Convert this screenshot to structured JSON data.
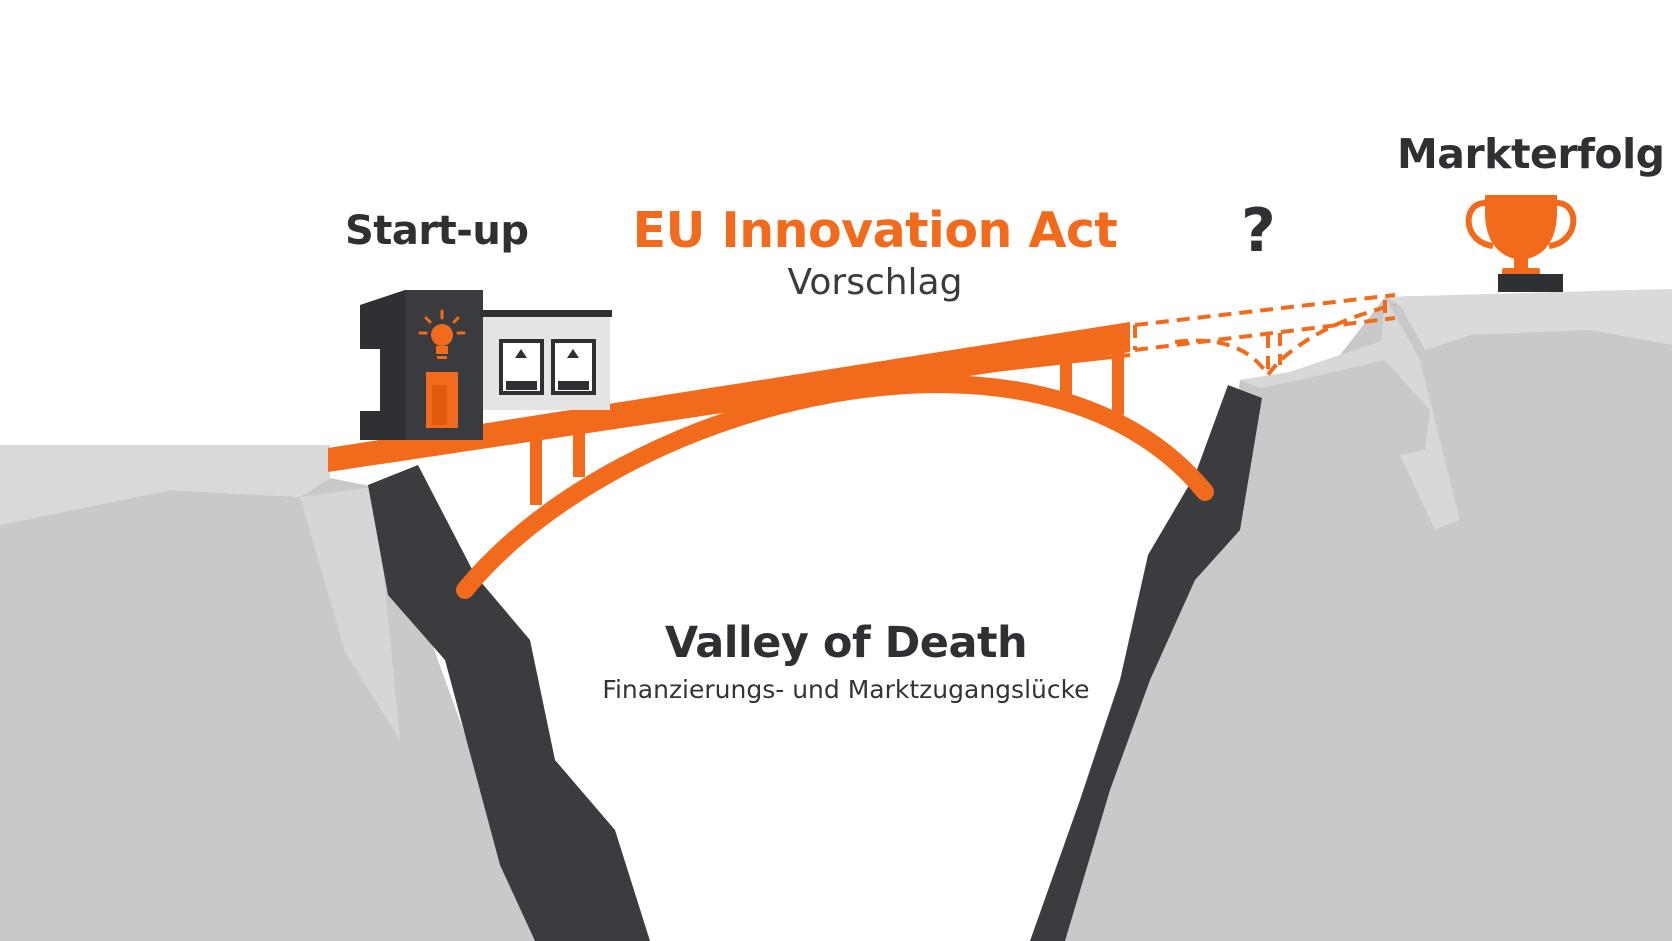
{
  "diagram": {
    "startup_label": "Start-up",
    "act_title": "EU Innovation Act",
    "act_subtitle": "Vorschlag",
    "question_mark": "?",
    "success_label": "Markterfolg",
    "valley_title": "Valley of Death",
    "valley_subtitle": "Finanzierungs- und Marktzugangslücke"
  },
  "icons": {
    "startup_building": "startup-building-icon",
    "lightbulb": "lightbulb-icon",
    "trophy": "trophy-icon"
  },
  "colors": {
    "accent_orange": "#f26a1b",
    "text_dark": "#2f3033",
    "rock_light": "#c9c9c9",
    "rock_shadow": "#3b3c3f",
    "background": "#ffffff"
  }
}
